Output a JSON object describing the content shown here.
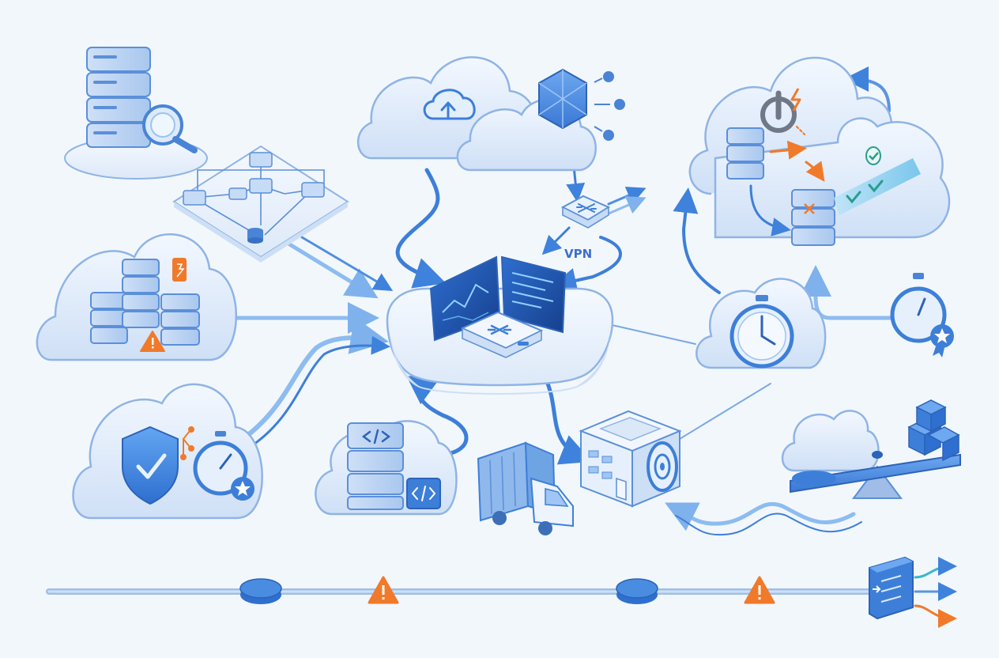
{
  "diagram": {
    "labels": {
      "vpn": "VPN"
    },
    "colors": {
      "background": "#f2f7fc",
      "surface_light": "#eef4fc",
      "surface_mid": "#dbe7f8",
      "stroke": "#5b8fd9",
      "flow_blue": "#4a8de0",
      "flow_light": "#9fc6f0",
      "alert_orange": "#f07a2a",
      "success_teal": "#38b8c9",
      "power_gray": "#707888"
    },
    "nodes": [
      {
        "id": "server-inspection",
        "icon": "server-magnifier-icon"
      },
      {
        "id": "network-topology",
        "icon": "network-graph-icon"
      },
      {
        "id": "cloud-upload",
        "icon": "cloud-upload-icon"
      },
      {
        "id": "hexagon-broadcast",
        "icon": "polyhedron-icon"
      },
      {
        "id": "vpn-router",
        "icon": "router-icon"
      },
      {
        "id": "failover-cloud",
        "icon": "power-icon"
      },
      {
        "id": "server-cluster-alert",
        "icon": "warning-icon"
      },
      {
        "id": "central-hub",
        "icon": "monitor-dashboard-icon"
      },
      {
        "id": "timer-cloud",
        "icon": "stopwatch-icon"
      },
      {
        "id": "sla-timer",
        "icon": "stopwatch-badge-icon"
      },
      {
        "id": "security-cloud",
        "icon": "shield-check-icon"
      },
      {
        "id": "code-cloud",
        "icon": "code-icon"
      },
      {
        "id": "delivery-truck",
        "icon": "truck-icon"
      },
      {
        "id": "edge-building",
        "icon": "building-icon"
      },
      {
        "id": "load-balance",
        "icon": "seesaw-icon"
      },
      {
        "id": "routing-panel",
        "icon": "branching-arrows-icon"
      }
    ],
    "timeline": {
      "markers": [
        "node",
        "warning",
        "node",
        "warning"
      ]
    }
  }
}
